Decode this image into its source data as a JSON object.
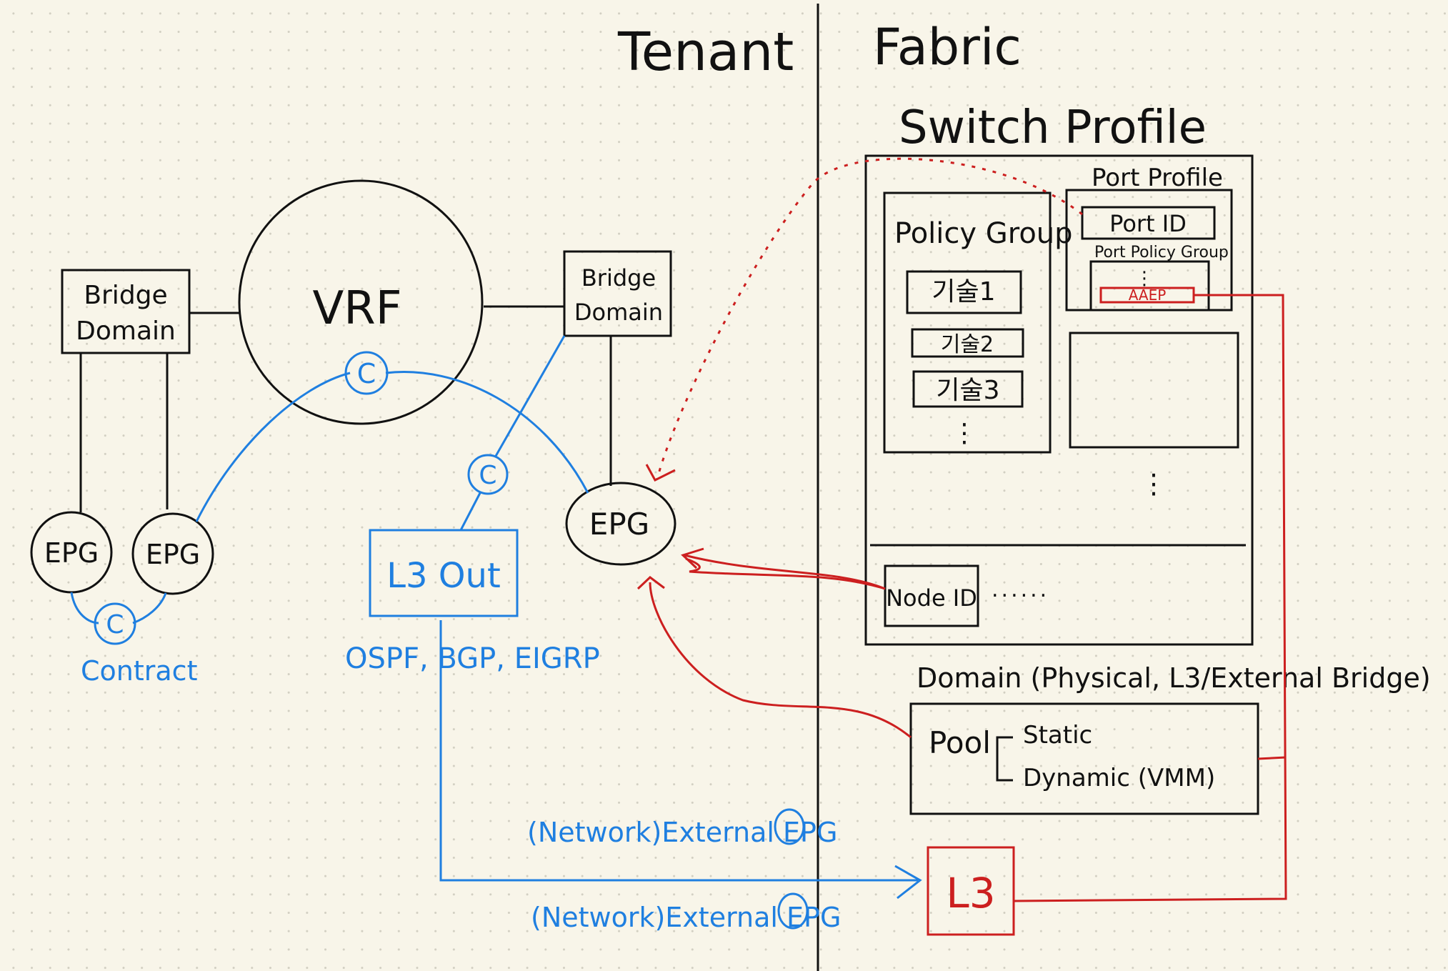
{
  "sections": {
    "tenant": "Tenant",
    "fabric": "Fabric"
  },
  "tenant": {
    "vrf": "VRF",
    "bridge_domain_left": [
      "Bridge",
      "Domain"
    ],
    "bridge_domain_right": [
      "Bridge",
      "Domain"
    ],
    "epg_left_1": "EPG",
    "epg_left_2": "EPG",
    "epg_right": "EPG",
    "contract_symbol": "C",
    "contract_label": "Contract",
    "l3out": "L3 Out",
    "l3out_protocols": "OSPF, BGP, EIGRP",
    "external_epg_1": "(Network)External EPG",
    "external_epg_2": "(Network)External EPG"
  },
  "fabric": {
    "switch_profile": "Switch Profile",
    "policy_group": "Policy Group",
    "policy_items": [
      "기술1",
      "기술2",
      "기술3"
    ],
    "ellipsis": "⋮",
    "port_profile": "Port Profile",
    "port_id": "Port ID",
    "port_policy_group": "Port Policy Group",
    "aaep": "AAEP",
    "node_id": "Node ID",
    "node_dots": "......",
    "domain": "Domain (Physical, L3/External Bridge)",
    "pool": "Pool",
    "static": "Static",
    "dynamic": "Dynamic (VMM)",
    "l3": "L3"
  },
  "colors": {
    "ink": "#111111",
    "blue": "#1f7fe0",
    "red": "#cc1f1f",
    "paper": "#f8f5e9"
  }
}
